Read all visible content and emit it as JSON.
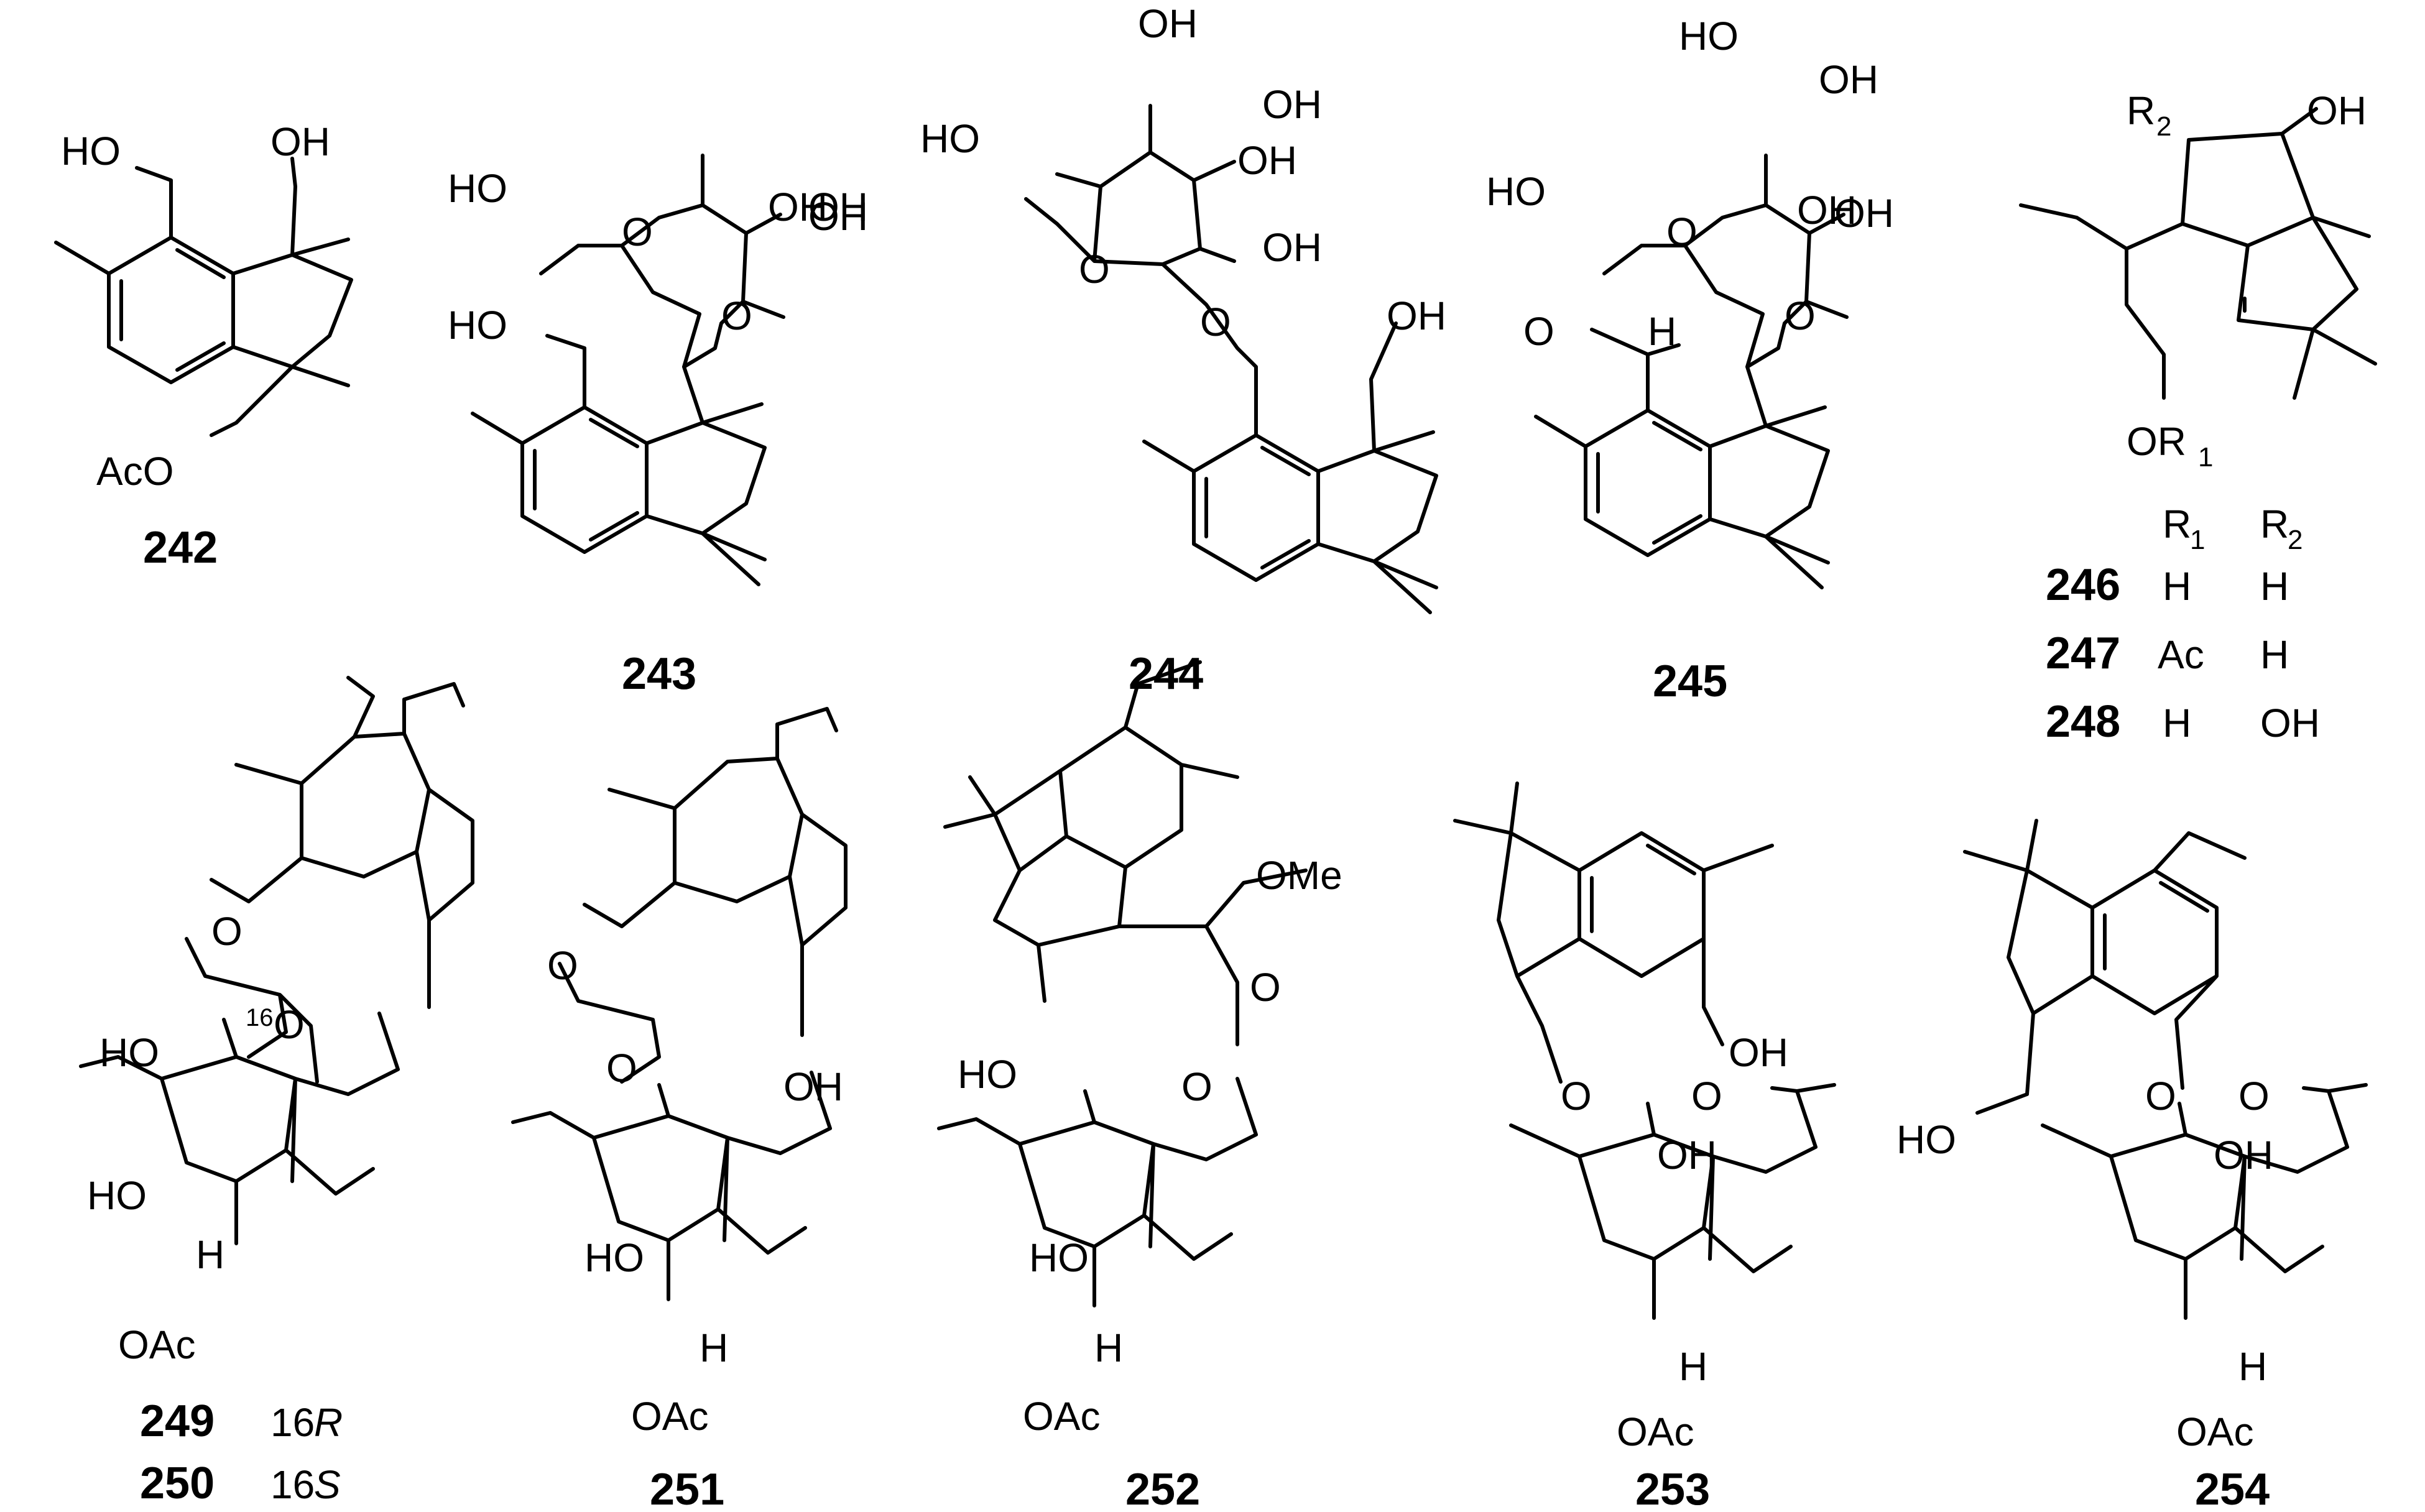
{
  "figure": {
    "type": "chemical-structure-panel",
    "compounds": [
      {
        "id": "242",
        "labels": [
          "HO",
          "OH",
          "AcO"
        ]
      },
      {
        "id": "243",
        "labels": [
          "HO",
          "OH",
          "OH",
          "OH",
          "HO",
          "O",
          "O"
        ]
      },
      {
        "id": "244",
        "labels": [
          "OH",
          "OH",
          "OH",
          "OH",
          "HO",
          "O",
          "O",
          "OH"
        ]
      },
      {
        "id": "245",
        "labels": [
          "HO",
          "OH",
          "OH",
          "OH",
          "HO",
          "O",
          "O",
          "O",
          "H"
        ]
      },
      {
        "id": "246-248",
        "labels": [
          "R",
          "2",
          "OH",
          "OR",
          "1"
        ]
      },
      {
        "id": "249",
        "labels": [
          "O",
          "16",
          "O",
          "HO",
          "HO",
          "H",
          "OAc"
        ]
      },
      {
        "id": "251",
        "labels": [
          "O",
          "O",
          "OH",
          "HO",
          "H",
          "OAc"
        ]
      },
      {
        "id": "252",
        "labels": [
          "OMe",
          "O",
          "O",
          "HO",
          "HO",
          "H",
          "OAc"
        ]
      },
      {
        "id": "253",
        "labels": [
          "OH",
          "O",
          "O",
          "OH",
          "H",
          "OAc"
        ]
      },
      {
        "id": "254",
        "labels": [
          "HO",
          "O",
          "O",
          "OH",
          "H",
          "OAc"
        ]
      }
    ],
    "substituent_table": {
      "headers": [
        "R",
        "1",
        "R",
        "2"
      ],
      "rows": [
        {
          "compound": "246",
          "r1": "H",
          "r2": "H"
        },
        {
          "compound": "247",
          "r1": "Ac",
          "r2": "H"
        },
        {
          "compound": "248",
          "r1": "H",
          "r2": "OH"
        }
      ]
    },
    "numbers": {
      "c242": "242",
      "c243": "243",
      "c244": "244",
      "c245": "245",
      "c249": "249",
      "c250": "250",
      "c251": "251",
      "c252": "252",
      "c253": "253",
      "c254": "254"
    },
    "stereo": {
      "c249": "16",
      "c249_desc": "R",
      "c250": "16",
      "c250_desc": "S"
    }
  }
}
